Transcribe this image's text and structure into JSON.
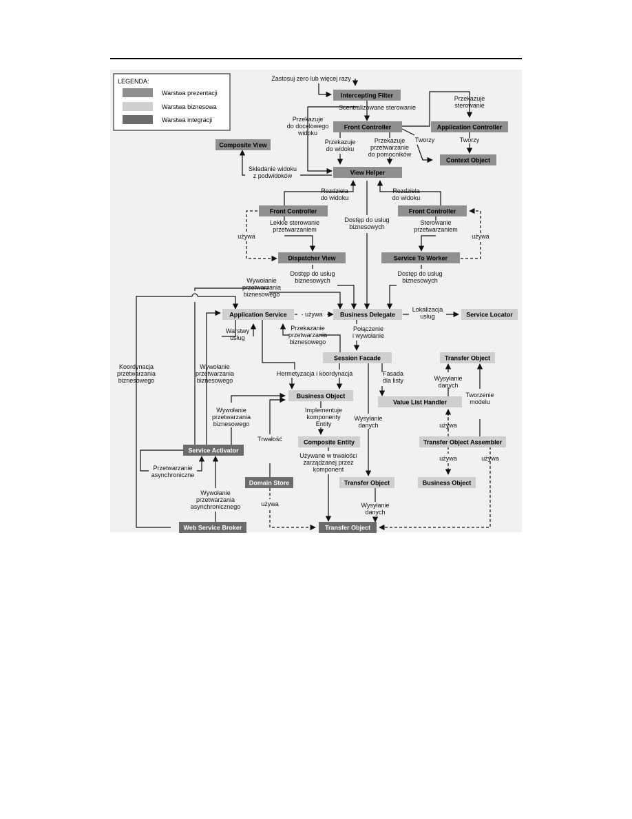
{
  "legend": {
    "title": "LEGENDA:",
    "items": [
      {
        "label": "Warstwa prezentacji",
        "color": "#8f8f8f"
      },
      {
        "label": "Warstwa biznesowa",
        "color": "#cfcfcf"
      },
      {
        "label": "Warstwa integracji",
        "color": "#6b6b6b"
      }
    ]
  },
  "colors": {
    "presentation": "#8f8f8f",
    "business": "#cfcfcf",
    "integration": "#6b6b6b",
    "presentation_text": "#000000",
    "business_text": "#000000",
    "integration_text": "#ffffff"
  },
  "nodes": {
    "intercepting_filter": {
      "label": "Intercepting Filter",
      "tier": "presentation"
    },
    "front_controller_top": {
      "label": "Front Controller",
      "tier": "presentation"
    },
    "application_controller": {
      "label": "Application Controller",
      "tier": "presentation"
    },
    "context_object": {
      "label": "Context Object",
      "tier": "presentation"
    },
    "composite_view": {
      "label": "Composite View",
      "tier": "presentation"
    },
    "view_helper": {
      "label": "View Helper",
      "tier": "presentation"
    },
    "front_controller_left": {
      "label": "Front Controller",
      "tier": "presentation"
    },
    "front_controller_right": {
      "label": "Front Controller",
      "tier": "presentation"
    },
    "dispatcher_view": {
      "label": "Dispatcher View",
      "tier": "presentation"
    },
    "service_to_worker": {
      "label": "Service To Worker",
      "tier": "presentation"
    },
    "application_service": {
      "label": "Application Service",
      "tier": "business"
    },
    "business_delegate": {
      "label": "Business Delegate",
      "tier": "business"
    },
    "service_locator": {
      "label": "Service Locator",
      "tier": "business"
    },
    "session_facade": {
      "label": "Session Facade",
      "tier": "business"
    },
    "transfer_object_right": {
      "label": "Transfer Object",
      "tier": "business"
    },
    "business_object_center": {
      "label": "Business Object",
      "tier": "business"
    },
    "value_list_handler": {
      "label": "Value List Handler",
      "tier": "business"
    },
    "composite_entity": {
      "label": "Composite Entity",
      "tier": "business"
    },
    "transfer_object_assembler": {
      "label": "Transfer Object Assembler",
      "tier": "business"
    },
    "service_activator": {
      "label": "Service Activator",
      "tier": "integration"
    },
    "domain_store": {
      "label": "Domain Store",
      "tier": "integration"
    },
    "transfer_object_center": {
      "label": "Transfer Object",
      "tier": "business"
    },
    "business_object_right": {
      "label": "Business Object",
      "tier": "business"
    },
    "web_service_broker": {
      "label": "Web Service Broker",
      "tier": "integration"
    },
    "transfer_object_bottom": {
      "label": "Transfer Object",
      "tier": "integration"
    }
  },
  "labels": {
    "zastosuj": [
      "Zastosuj zero lub więcej razy"
    ],
    "scentralizowane": [
      "Scentralizowane sterowanie"
    ],
    "przekazuje_sterowanie": [
      "Przekazuje",
      "sterowanie"
    ],
    "przekazuje_docelowego": [
      "Przekazuje",
      "do docelowego",
      "widoku"
    ],
    "przekazuje_widoku": [
      "Przekazuje",
      "do widoku"
    ],
    "przekazuje_pomocnikow": [
      "Przekazuje",
      "przetwarzanie",
      "do pomocników"
    ],
    "tworzy_left": [
      "Tworzy"
    ],
    "tworzy_right": [
      "Tworzy"
    ],
    "skladanie": [
      "Składanie widoku",
      "z podwidoków"
    ],
    "rozdziela_left": [
      "Rozdziela",
      "do widoku"
    ],
    "rozdziela_right": [
      "Rozdziela",
      "do widoku"
    ],
    "lekkie": [
      "Lekkie sterowanie",
      "przetwarzaniem"
    ],
    "dostep_center": [
      "Dostęp do usług",
      "biznesowych"
    ],
    "sterowanie_przetw": [
      "Sterowanie",
      "przetwarzaniem"
    ],
    "uzywa_left": [
      "używa"
    ],
    "uzywa_right": [
      "używa"
    ],
    "dostep_left": [
      "Dostęp do usług",
      "biznesowych"
    ],
    "dostep_right": [
      "Dostęp do usług",
      "biznesowych"
    ],
    "wywolanie_top": [
      "Wywołanie",
      "przetwarzania",
      "biznesowego"
    ],
    "uzywa_as_bd": [
      "- używa"
    ],
    "lokalizacja": [
      "Lokalizacja",
      "usług"
    ],
    "warstwy": [
      "Warstwy",
      "usług"
    ],
    "przekazanie": [
      "Przekazanie",
      "przetwarzania",
      "biznesowego"
    ],
    "polaczenie": [
      "Połączenie",
      "i wywołanie"
    ],
    "koordynacja": [
      "Koordynacja",
      "przetwarzania",
      "biznesowego"
    ],
    "wywolanie_mid": [
      "Wywołanie",
      "przetwarzania",
      "biznesowego"
    ],
    "hermetyzacja": [
      "Hermetyzacja i koordynacja"
    ],
    "fasada": [
      "Fasada",
      "dla listy"
    ],
    "wysylanie_danych_r": [
      "Wysyłanie",
      "danych"
    ],
    "tworzenie_modelu": [
      "Tworzenie",
      "modelu"
    ],
    "wywolanie_low": [
      "Wywołanie",
      "przetwarzania",
      "biznesowego"
    ],
    "implementuje": [
      "Implementuje",
      "komponenty",
      "Entity"
    ],
    "wysylanie_center": [
      "Wysyłanie",
      "danych"
    ],
    "uzywa_vlh": [
      "używa"
    ],
    "trwalosc": [
      "Trwałość"
    ],
    "przetwarzanie_async": [
      "Przetwarzanie",
      "asynchroniczne"
    ],
    "uzywane_trwalosci": [
      "Używane w trwałości",
      "zarządzanej przez",
      "komponent"
    ],
    "uzywa_toa_bo": [
      "używa"
    ],
    "uzywa_toa_right": [
      "używa"
    ],
    "wywolanie_async": [
      "Wywołanie",
      "przetwarzania",
      "asynchronicznego"
    ],
    "uzywa_ds": [
      "używa"
    ],
    "wysylanie_bottom": [
      "Wysyłanie",
      "danych"
    ]
  }
}
